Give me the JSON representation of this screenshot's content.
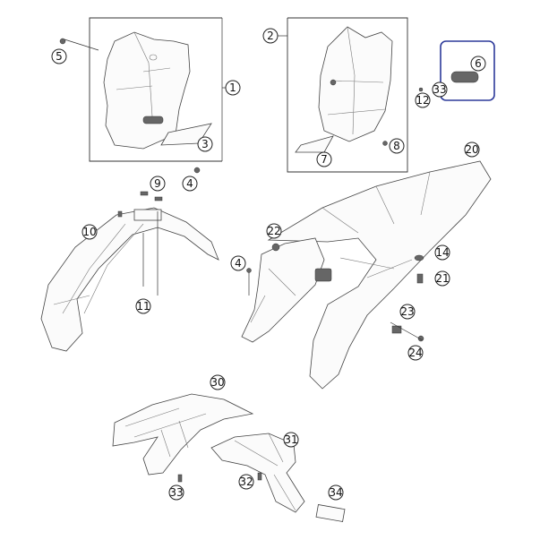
{
  "callouts": [
    {
      "id": "c1",
      "label": "1"
    },
    {
      "id": "c2",
      "label": "2"
    },
    {
      "id": "c3",
      "label": "3"
    },
    {
      "id": "c4a",
      "label": "4"
    },
    {
      "id": "c4b",
      "label": "4"
    },
    {
      "id": "c5",
      "label": "5"
    },
    {
      "id": "c6",
      "label": "6"
    },
    {
      "id": "c7",
      "label": "7"
    },
    {
      "id": "c8",
      "label": "8"
    },
    {
      "id": "c9",
      "label": "9"
    },
    {
      "id": "c10",
      "label": "10"
    },
    {
      "id": "c11",
      "label": "11"
    },
    {
      "id": "c12",
      "label": "12"
    },
    {
      "id": "c14",
      "label": "14"
    },
    {
      "id": "c20",
      "label": "20"
    },
    {
      "id": "c21",
      "label": "21"
    },
    {
      "id": "c22",
      "label": "22"
    },
    {
      "id": "c23",
      "label": "23"
    },
    {
      "id": "c24",
      "label": "24"
    },
    {
      "id": "c30",
      "label": "30"
    },
    {
      "id": "c31",
      "label": "31"
    },
    {
      "id": "c32",
      "label": "32"
    },
    {
      "id": "c33a",
      "label": "33"
    },
    {
      "id": "c33b",
      "label": "33"
    },
    {
      "id": "c34",
      "label": "34"
    }
  ],
  "colors": {
    "highlight": "#2d3a9a",
    "line": "#333333"
  }
}
